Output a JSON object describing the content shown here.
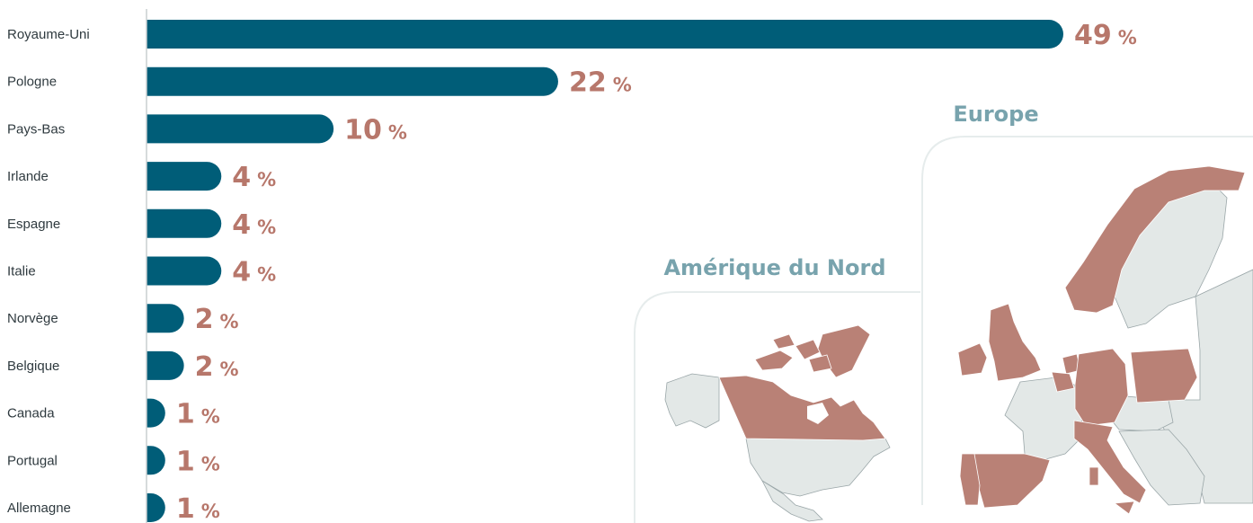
{
  "chart_data": {
    "type": "bar",
    "orientation": "horizontal",
    "categories": [
      "Royaume-Uni",
      "Pologne",
      "Pays-Bas",
      "Irlande",
      "Espagne",
      "Italie",
      "Norvège",
      "Belgique",
      "Canada",
      "Portugal",
      "Allemagne"
    ],
    "values": [
      49,
      22,
      10,
      4,
      4,
      4,
      2,
      2,
      1,
      1,
      1
    ],
    "value_unit": "%",
    "xlim": [
      0,
      49
    ],
    "grid": false,
    "colors": {
      "bar": "#005d78",
      "value_label": "#b7776b"
    }
  },
  "maps": [
    {
      "title": "Amérique du Nord",
      "highlighted": [
        "Canada"
      ]
    },
    {
      "title": "Europe",
      "highlighted": [
        "Royaume-Uni",
        "Irlande",
        "Norvège",
        "Pays-Bas",
        "Belgique",
        "Allemagne",
        "Pologne",
        "Espagne",
        "Portugal",
        "Italie"
      ]
    }
  ],
  "colors": {
    "map_title": "#78a3ad",
    "map_highlight": "#b98176",
    "map_land": "#e3e8e7",
    "map_border": "#9aa6a8",
    "panel_border": "#e6ecec"
  }
}
